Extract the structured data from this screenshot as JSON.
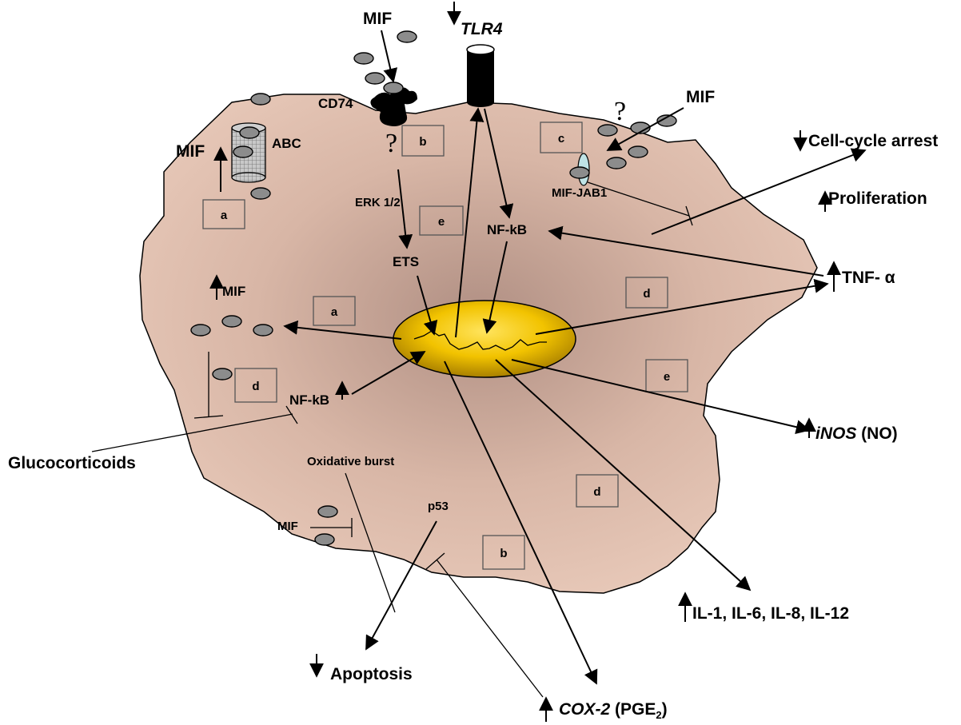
{
  "labels": {
    "mif_top": "MIF",
    "tlr4": "TLR4",
    "mif_right_top": "MIF",
    "cd74": "CD74",
    "abc": "ABC",
    "mif_left_top": "MIF",
    "erk": "ERK 1/2",
    "ets": "ETS",
    "nfkb_top": "NF-kB",
    "mif_jab1": "MIF-JAB1",
    "cell_cycle": "Cell-cycle arrest",
    "proliferation": "Proliferation",
    "tnf": "TNF- α",
    "mif_inner": "MIF",
    "nfkb_low": "NF-kB",
    "glucocorticoids": "Glucocorticoids",
    "inos": "iNOS",
    "no": " (NO)",
    "oxidative": "Oxidative burst",
    "p53": "p53",
    "mif_bottom": "MIF",
    "cytokines": "IL-1, IL-6, IL-8, IL-12",
    "apoptosis": "Apoptosis",
    "cox2": "COX-2",
    "pge_open": " (PGE",
    "pge_sub": "2",
    "pge_close": ")",
    "question": "?"
  },
  "boxes": [
    "a",
    "b",
    "c",
    "e",
    "d",
    "a",
    "d",
    "e",
    "d",
    "b"
  ],
  "colors": {
    "cell_fill": "#e6c7b8",
    "cell_shade": "#b08f83",
    "nucleus_light": "#ffe25a",
    "nucleus_dark": "#b08a00",
    "molecule": "#8c8c8c",
    "receptor": "#000000"
  }
}
